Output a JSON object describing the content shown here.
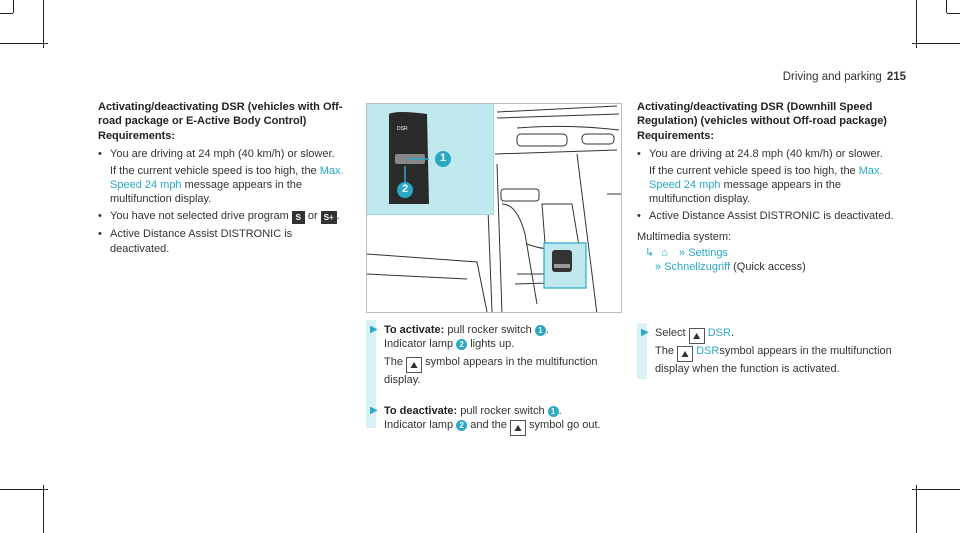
{
  "header": {
    "section": "Driving and parking",
    "page": "215"
  },
  "left": {
    "heading": "Activating/deactivating DSR (vehicles with Off-road package or E-Active Body Control)",
    "requirements": "Requirements:",
    "b1_text": "You are driving at 24 mph (40 km/h) or slower.",
    "b1_p2_pre": "If the current vehicle speed is too high, the",
    "b1_p2_msg": "Max. Speed 24 mph",
    "b1_p2_post": "message appears in the multifunction display.",
    "b2_pre": "You have not selected drive program",
    "b2_sym1": "S",
    "b2_or": "or",
    "b2_sym2": "S+",
    "b2_end": ".",
    "b3": "Active Distance Assist DISTRONIC is deactivated."
  },
  "figure": {
    "callout1": "1",
    "callout2": "2",
    "switch_text": "DSR"
  },
  "middle": {
    "act_label": "To activate:",
    "act_text": "pull rocker switch",
    "act_num": "1",
    "act_line2_pre": "Indicator lamp",
    "act_line2_num": "2",
    "act_line2_post": "lights up.",
    "act_p2_pre": "The",
    "act_p2_post": "symbol appears in the multifunction display.",
    "deact_label": "To deactivate:",
    "deact_text": "pull rocker switch",
    "deact_num": "1",
    "deact_line2_pre": "Indicator lamp",
    "deact_line2_num": "2",
    "deact_line2_mid": "and the",
    "deact_line2_post": "symbol go out."
  },
  "right": {
    "heading": "Activating/deactivating DSR (Downhill Speed Regulation) (vehicles without Off-road package)",
    "requirements": "Requirements:",
    "b1_text": "You are driving at 24.8 mph (40 km/h) or slower.",
    "b1_p2_pre": "If the current vehicle speed is too high, the",
    "b1_p2_msg": "Max. Speed 24 mph",
    "b1_p2_post": "message appears in the multifunction display.",
    "b2": "Active Distance Assist DISTRONIC is deactivated.",
    "multimedia": "Multimedia system:",
    "path_home_icon": "home-icon",
    "path_settings": "Settings",
    "path_quick": "Schnellzugriff",
    "path_quick_note": "(Quick access)",
    "select_pre": "Select",
    "select_dsr": "DSR",
    "select_end": ".",
    "p_pre": "The",
    "p_dsr": "DSR",
    "p_post": "symbol appears in the multifunction display when the function is activated."
  }
}
